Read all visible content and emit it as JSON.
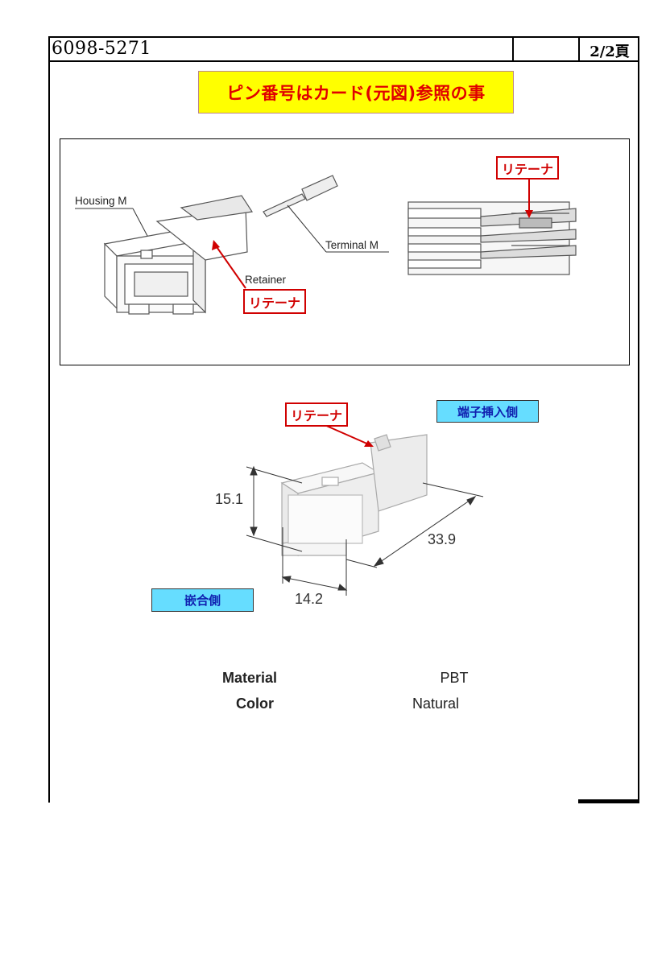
{
  "header": {
    "doc_number": "6098-5271",
    "page": "2/2頁"
  },
  "banner": {
    "text": "ピン番号はカード(元図)参照の事"
  },
  "figure1": {
    "housing_label": "Housing M",
    "terminal_label": "Terminal M",
    "retainer_label": "Retainer",
    "retainer_tag_left": "リテーナ",
    "retainer_tag_right": "リテーナ"
  },
  "figure2": {
    "retainer_tag": "リテーナ",
    "insertion_side": "端子挿入側",
    "mating_side": "嵌合側",
    "dim_height": "15.1",
    "dim_length": "33.9",
    "dim_width": "14.2"
  },
  "specs": {
    "material_label": "Material",
    "material_value": "PBT",
    "color_label": "Color",
    "color_value": "Natural"
  },
  "colors": {
    "banner_bg": "#ffff00",
    "banner_text": "#e00000",
    "tag_red": "#d00000",
    "tag_blue_bg": "#66ddff",
    "tag_blue_text": "#1020b0"
  }
}
